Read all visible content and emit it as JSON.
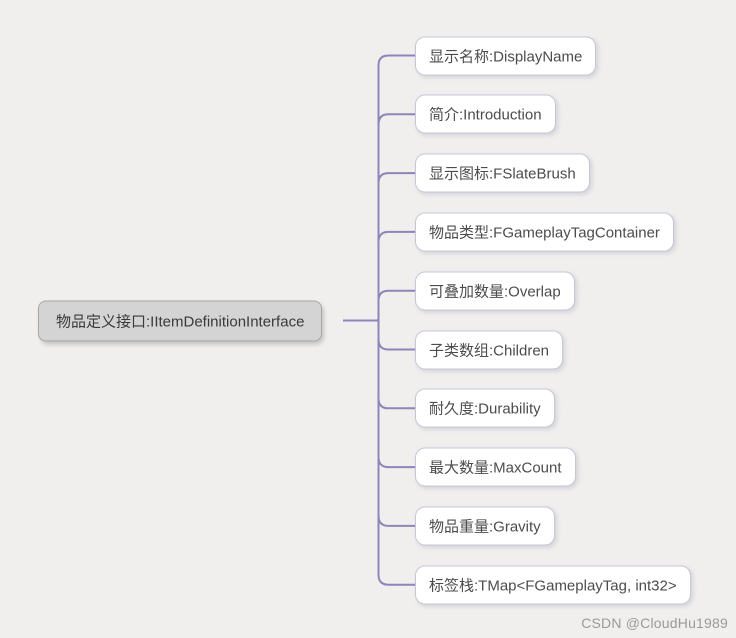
{
  "diagram": {
    "root": {
      "label": "物品定义接口:IItemDefinitionInterface"
    },
    "children": [
      {
        "label": "显示名称:DisplayName"
      },
      {
        "label": "简介:Introduction"
      },
      {
        "label": "显示图标:FSlateBrush"
      },
      {
        "label": "物品类型:FGameplayTagContainer"
      },
      {
        "label": "可叠加数量:Overlap"
      },
      {
        "label": "子类数组:Children"
      },
      {
        "label": "耐久度:Durability"
      },
      {
        "label": "最大数量:MaxCount"
      },
      {
        "label": "物品重量:Gravity"
      },
      {
        "label": "标签栈:TMap<FGameplayTag, int32>"
      }
    ],
    "colors": {
      "background": "#f0efee",
      "connector": "#8d86b8",
      "root_fill": "#d4d4d4",
      "root_border": "#a6a6a6",
      "child_fill": "#ffffff",
      "child_border": "#c9c5d8",
      "text": "#4c4c4c",
      "watermark": "#9a9a9a"
    }
  },
  "watermark": {
    "text": "CSDN @CloudHu1989"
  }
}
